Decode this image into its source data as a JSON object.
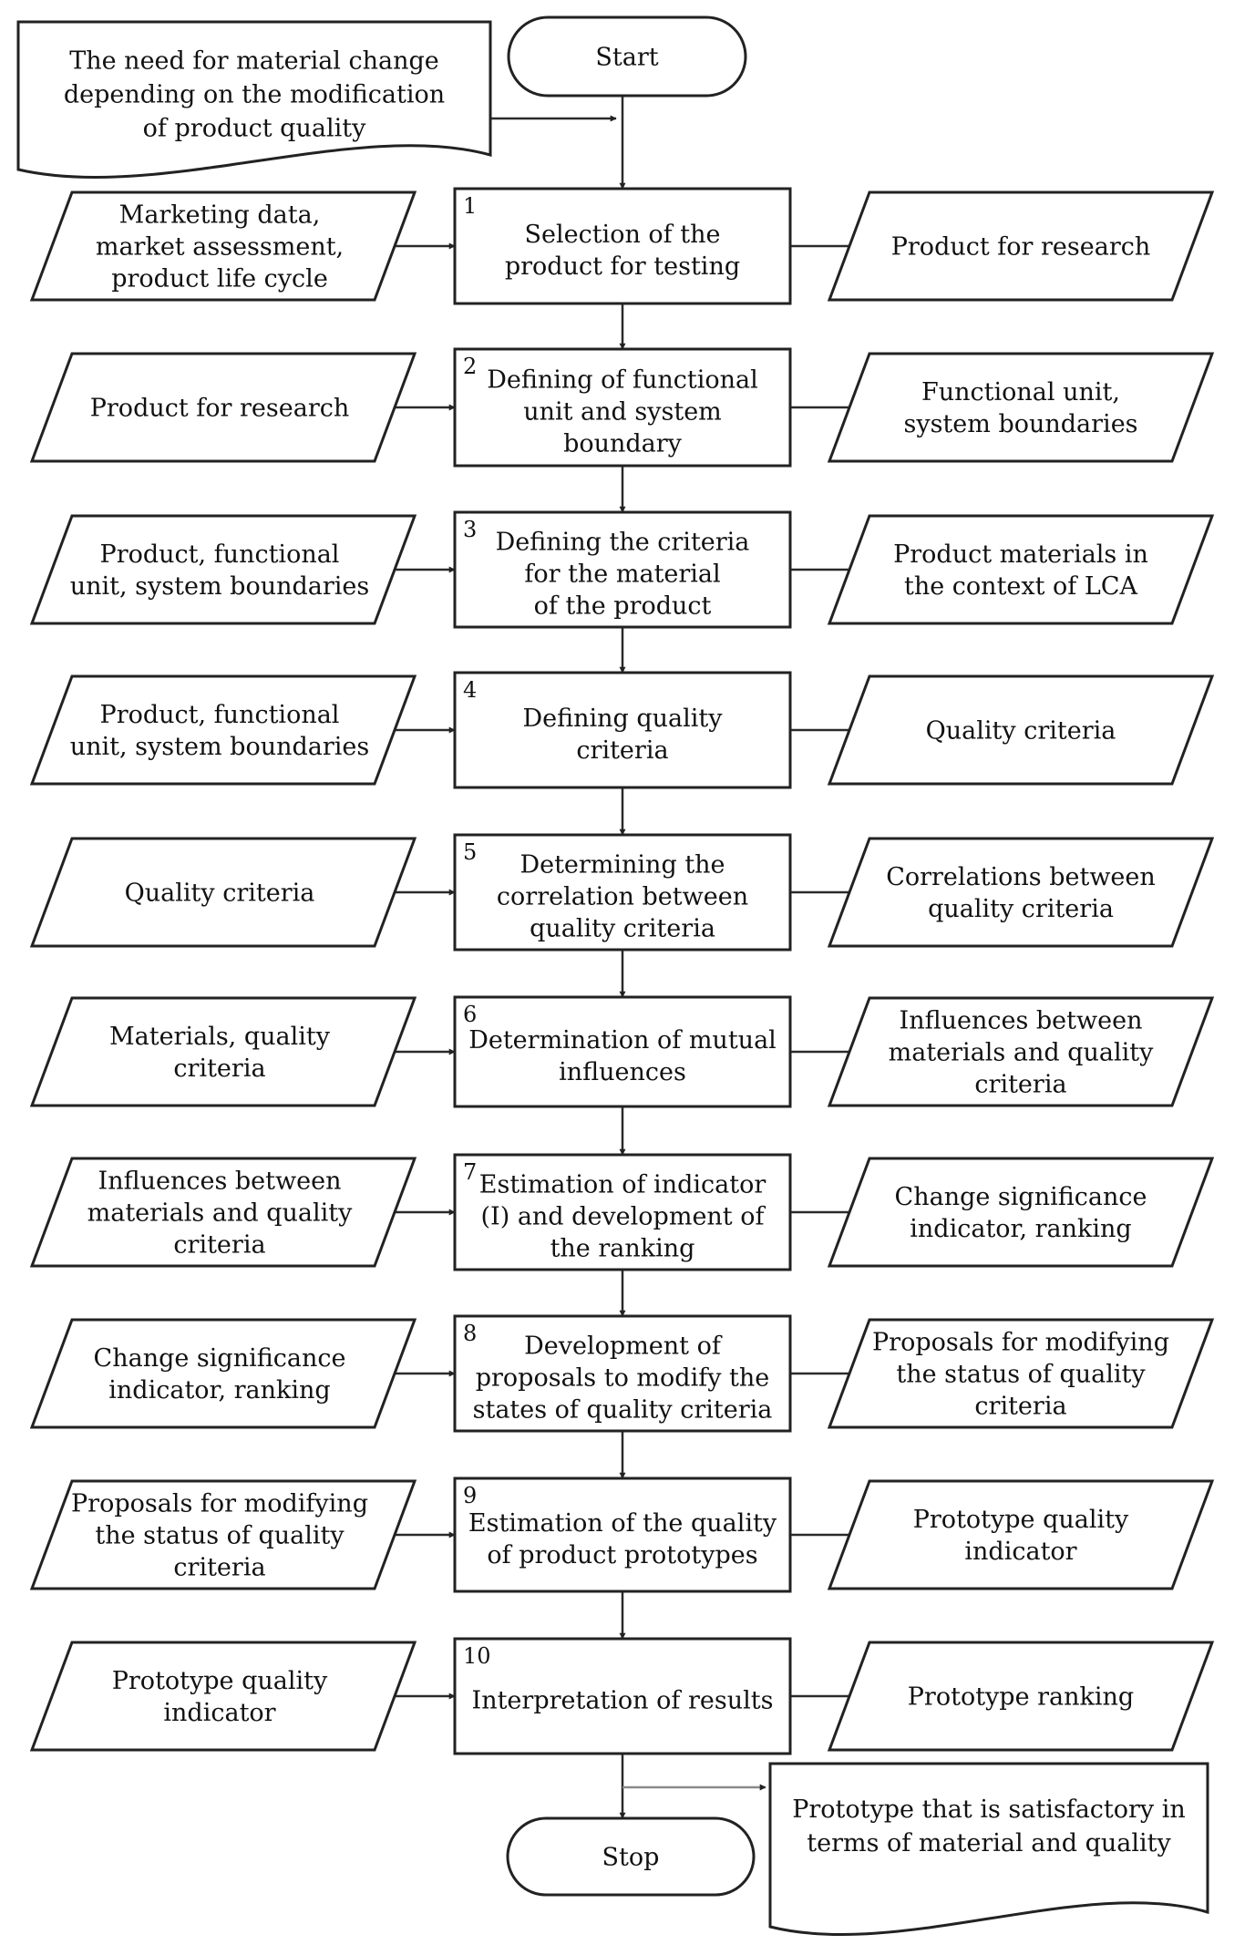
{
  "start": "Start",
  "stop": "Stop",
  "need_doc": [
    "The need for material change",
    "depending on the modification",
    "of product quality"
  ],
  "final_doc": [
    "Prototype that is satisfactory in",
    "terms of material and quality"
  ],
  "steps": [
    {
      "num": "1",
      "process": [
        "Selection of the",
        "product for testing"
      ],
      "input": [
        "Marketing data,",
        "market assessment,",
        "product life cycle"
      ],
      "output": [
        "Product for research"
      ]
    },
    {
      "num": "2",
      "process": [
        "Defining of functional",
        "unit and system",
        "boundary"
      ],
      "input": [
        "Product for research"
      ],
      "output": [
        "Functional unit,",
        "system boundaries"
      ]
    },
    {
      "num": "3",
      "process": [
        "Defining the criteria",
        "for the material",
        "of the product"
      ],
      "input": [
        "Product, functional",
        "unit, system boundaries"
      ],
      "output": [
        "Product materials in",
        "the context of LCA"
      ]
    },
    {
      "num": "4",
      "process": [
        "Defining quality",
        "criteria"
      ],
      "input": [
        "Product, functional",
        "unit, system boundaries"
      ],
      "output": [
        "Quality criteria"
      ]
    },
    {
      "num": "5",
      "process": [
        "Determining the",
        "correlation between",
        "quality criteria"
      ],
      "input": [
        "Quality criteria"
      ],
      "output": [
        "Correlations between",
        "quality criteria"
      ]
    },
    {
      "num": "6",
      "process": [
        "Determination of mutual",
        "influences"
      ],
      "input": [
        "Materials, quality",
        "criteria"
      ],
      "output": [
        "Influences between",
        "materials and quality",
        "criteria"
      ]
    },
    {
      "num": "7",
      "process": [
        "Estimation of indicator",
        "(I) and development of",
        "the ranking"
      ],
      "input": [
        "Influences between",
        "materials and quality",
        "criteria"
      ],
      "output": [
        "Change significance",
        "indicator, ranking"
      ]
    },
    {
      "num": "8",
      "process": [
        "Development of",
        "proposals to modify the",
        "states of quality criteria"
      ],
      "input": [
        "Change significance",
        "indicator, ranking"
      ],
      "output": [
        "Proposals for modifying",
        "the status of quality",
        "criteria"
      ]
    },
    {
      "num": "9",
      "process": [
        "Estimation of the quality",
        "of product prototypes"
      ],
      "input": [
        "Proposals for modifying",
        "the status of quality",
        "criteria"
      ],
      "output": [
        "Prototype quality",
        "indicator"
      ]
    },
    {
      "num": "10",
      "process": [
        "Interpretation of results"
      ],
      "input": [
        "Prototype quality",
        "indicator"
      ],
      "output": [
        "Prototype ranking"
      ]
    }
  ]
}
